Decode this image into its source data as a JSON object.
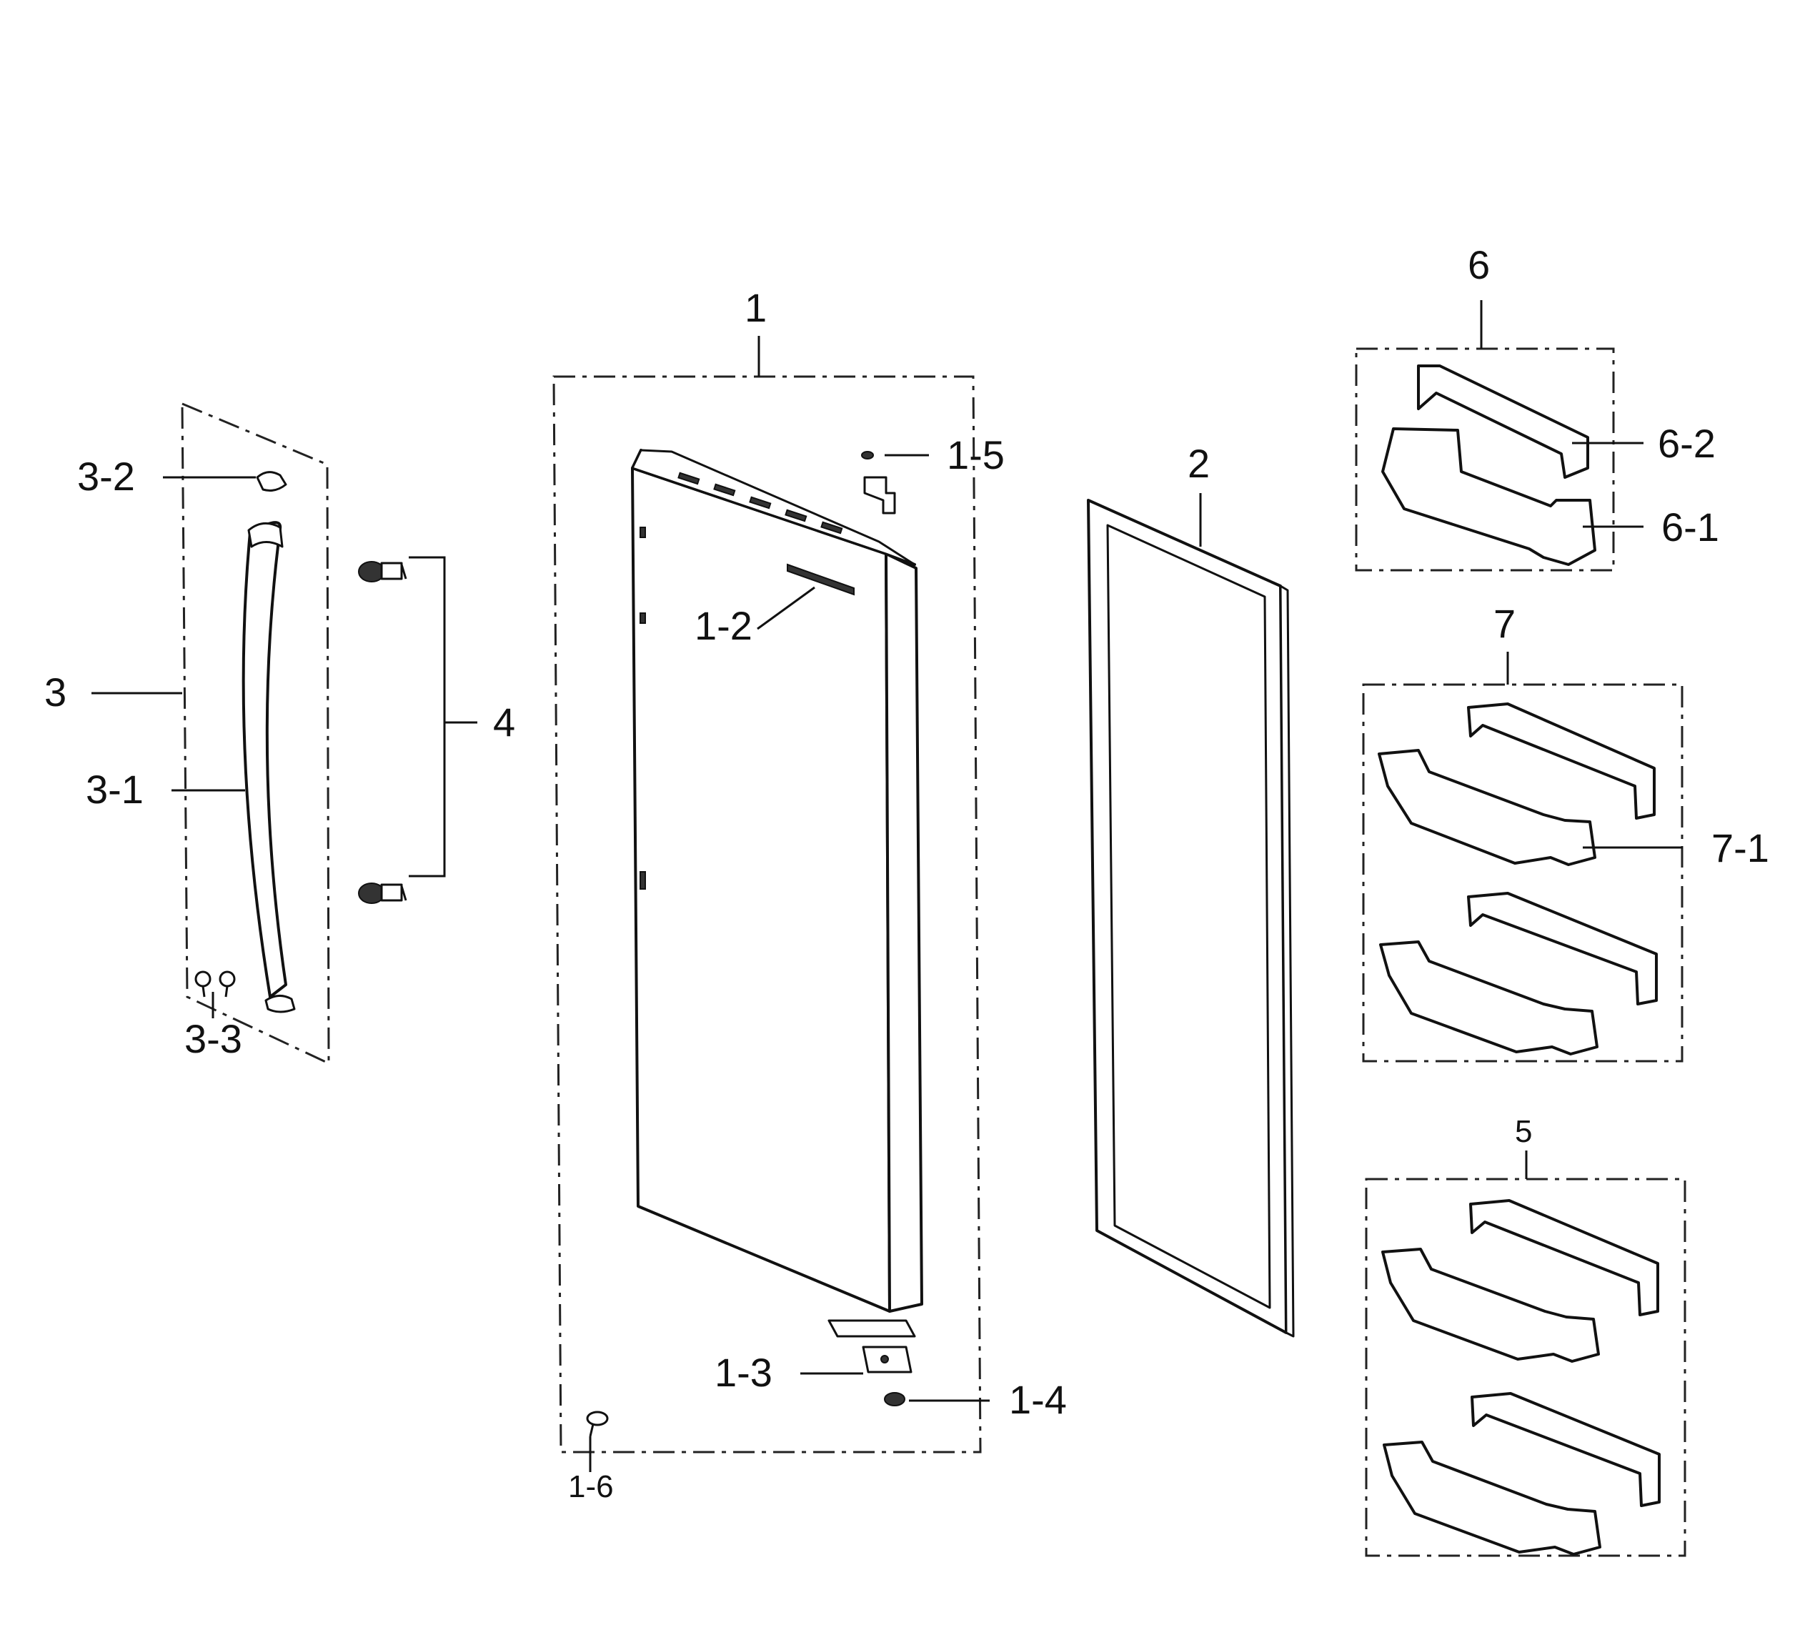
{
  "labels": {
    "l1": "1",
    "l1_2": "1-2",
    "l1_3": "1-3",
    "l1_4": "1-4",
    "l1_5": "1-5",
    "l1_6": "1-6",
    "l2": "2",
    "l3": "3",
    "l3_1": "3-1",
    "l3_2": "3-2",
    "l3_3": "3-3",
    "l4": "4",
    "l5": "5",
    "l6": "6",
    "l6_1": "6-1",
    "l6_2": "6-2",
    "l7": "7",
    "l7_1": "7-1"
  }
}
